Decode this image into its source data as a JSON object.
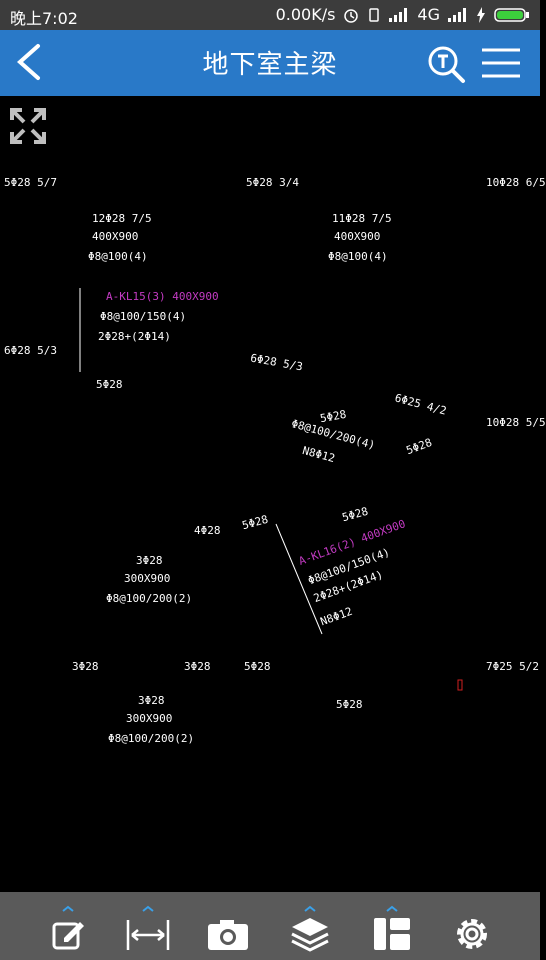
{
  "status": {
    "time": "晚上7:02",
    "net_speed": "0.00K/s",
    "network": "4G"
  },
  "header": {
    "title": "地下室主梁"
  },
  "canvas": {
    "labels": [
      {
        "text": "5Φ28 5/7"
      },
      {
        "text": "5Φ28 3/4"
      },
      {
        "text": "10Φ28 6/5"
      },
      {
        "text": "12Φ28 7/5"
      },
      {
        "text": "400X900"
      },
      {
        "text": "Φ8@100(4)"
      },
      {
        "text": "11Φ28 7/5"
      },
      {
        "text": "400X900"
      },
      {
        "text": "Φ8@100(4)"
      },
      {
        "text": "A-KL15(3) 400X900"
      },
      {
        "text": "Φ8@100/150(4)"
      },
      {
        "text": "2Φ28+(2Φ14)"
      },
      {
        "text": "6Φ28 5/3"
      },
      {
        "text": "6Φ28 5/3"
      },
      {
        "text": "5Φ28"
      },
      {
        "text": "6Φ25 4/2"
      },
      {
        "text": "5Φ28"
      },
      {
        "text": "Φ8@100/200(4)"
      },
      {
        "text": "N8Φ12"
      },
      {
        "text": "5Φ28"
      },
      {
        "text": "10Φ28 5/5"
      },
      {
        "text": "5Φ28"
      },
      {
        "text": "4Φ28"
      },
      {
        "text": "5Φ28"
      },
      {
        "text": "A-KL16(2) 400X900"
      },
      {
        "text": "Φ8@100/150(4)"
      },
      {
        "text": "2Φ28+(2Φ14)"
      },
      {
        "text": "N8Φ12"
      },
      {
        "text": "3Φ28"
      },
      {
        "text": "300X900"
      },
      {
        "text": "Φ8@100/200(2)"
      },
      {
        "text": "3Φ28"
      },
      {
        "text": "3Φ28"
      },
      {
        "text": "5Φ28"
      },
      {
        "text": "7Φ25 5/2"
      },
      {
        "text": "3Φ28"
      },
      {
        "text": "300X900"
      },
      {
        "text": "Φ8@100/200(2)"
      },
      {
        "text": "5Φ28"
      }
    ]
  },
  "toolbar": {
    "items": [
      {
        "name": "edit"
      },
      {
        "name": "measure"
      },
      {
        "name": "camera"
      },
      {
        "name": "layers"
      },
      {
        "name": "layout"
      },
      {
        "name": "settings"
      }
    ]
  }
}
